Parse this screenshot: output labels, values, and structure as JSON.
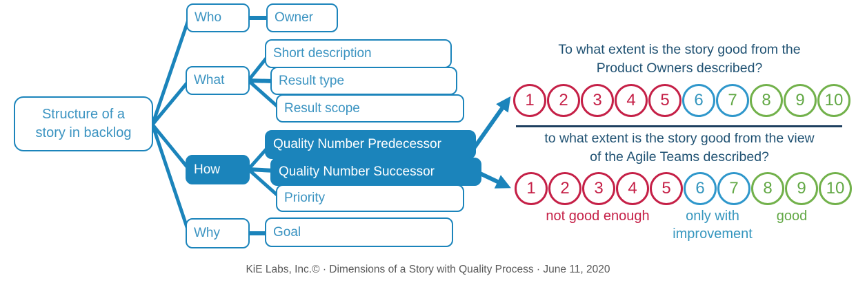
{
  "mindmap": {
    "root": {
      "line1": "Structure of a",
      "line2": "story in backlog"
    },
    "who": {
      "label": "Who",
      "children": {
        "owner": "Owner"
      }
    },
    "what": {
      "label": "What",
      "children": {
        "short_description": "Short description",
        "result_type": "Result type",
        "result_scope": "Result scope"
      }
    },
    "how": {
      "label": "How",
      "children": {
        "predecessor": "Quality Number Predecessor",
        "successor": "Quality Number Successor",
        "priority": "Priority"
      }
    },
    "why": {
      "label": "Why",
      "children": {
        "goal": "Goal"
      }
    }
  },
  "scales": {
    "po": {
      "title_line1": "To what extent is the story good from the",
      "title_line2": "Product Owners described?",
      "values": [
        "1",
        "2",
        "3",
        "4",
        "5",
        "6",
        "7",
        "8",
        "9",
        "10"
      ]
    },
    "team": {
      "title_line1": "to what extent is the story good from the view",
      "title_line2": "of the Agile Teams described?",
      "values": [
        "1",
        "2",
        "3",
        "4",
        "5",
        "6",
        "7",
        "8",
        "9",
        "10"
      ],
      "zone_labels": {
        "red": "not good enough",
        "blue_line1": "only with",
        "blue_line2": "improvement",
        "green": "good"
      }
    }
  },
  "colors": {
    "box_blue": "#1b84bb",
    "header_navy": "#1f5172",
    "scale_red": "#c52047",
    "scale_blue": "#2f97cb",
    "scale_green": "#72b14b",
    "footer_gray": "#595959"
  },
  "footer": {
    "text": "KiE Labs, Inc.© · Dimensions of  a Story with Quality Process · June 11, 2020"
  }
}
